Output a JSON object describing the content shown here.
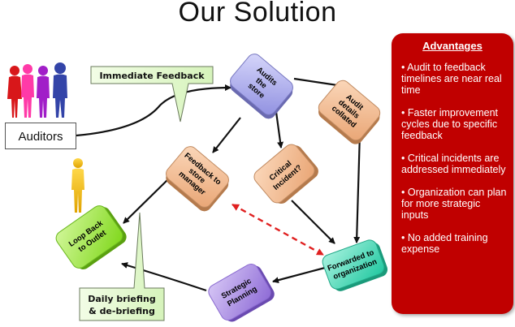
{
  "title": "Our Solution",
  "auditors_label": "Auditors",
  "callouts": {
    "immediate_feedback": "Immediate Feedback",
    "daily_briefing_line1": "Daily briefing",
    "daily_briefing_line2": "& de-briefing"
  },
  "nodes": {
    "audits_store": [
      "Audits",
      "the",
      "store"
    ],
    "audit_details": [
      "Audit",
      "details",
      "collated"
    ],
    "critical_incident": [
      "Critical",
      "Incident?"
    ],
    "feedback_manager": [
      "Feedback to",
      "store",
      "manager"
    ],
    "forwarded_org": [
      "Forwarded to",
      "organization"
    ],
    "strategic_planning": [
      "Strategic",
      "Planning"
    ],
    "loop_back": [
      "Loop Back",
      "to Outlet"
    ]
  },
  "advantages": {
    "heading": "Advantages",
    "items": [
      "• Audit to feedback timelines are near real time",
      "• Faster improvement cycles due to specific feedback",
      "• Critical incidents are addressed immediately",
      "• Organization can plan for more strategic inputs",
      "• No added training expense"
    ]
  },
  "colors": {
    "lavender": "#a9a9ee",
    "tan": "#f2b88a",
    "lime": "#9ee53a",
    "teal": "#3fd7b5",
    "violet": "#a688e0",
    "panel_red": "#c00000",
    "dashed_red": "#e02020"
  }
}
